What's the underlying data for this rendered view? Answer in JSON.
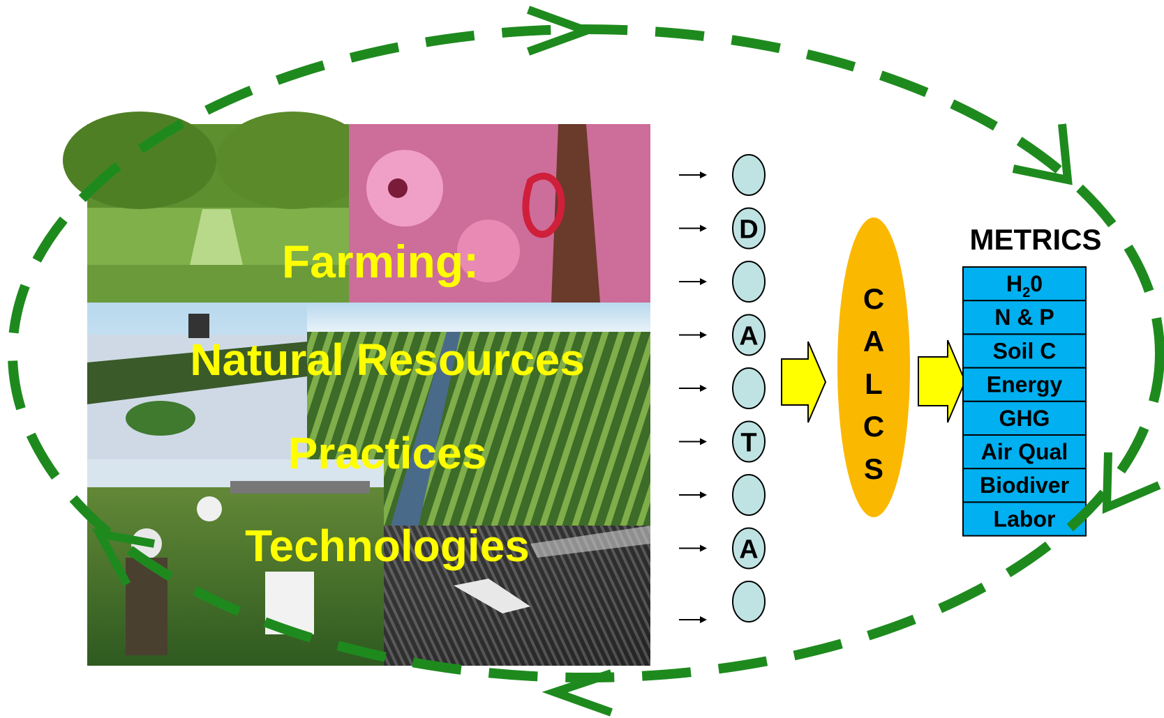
{
  "collage": {
    "title": "Farming:",
    "lines": [
      "Natural Resources",
      "Practices",
      "Technologies"
    ]
  },
  "data_column": {
    "letters": [
      "",
      "D",
      "",
      "A",
      "",
      "T",
      "",
      "A",
      ""
    ]
  },
  "calcs": {
    "letters": [
      "C",
      "A",
      "L",
      "C",
      "S"
    ]
  },
  "metrics": {
    "title": "METRICS",
    "items": [
      {
        "label": "H",
        "sub": "2",
        "suffix": "0"
      },
      {
        "label": "N & P"
      },
      {
        "label": "Soil C"
      },
      {
        "label": "Energy"
      },
      {
        "label": "GHG"
      },
      {
        "label": "Air Qual"
      },
      {
        "label": "Biodiver"
      },
      {
        "label": "Labor"
      }
    ]
  },
  "colors": {
    "cycle_line": "#1e8a1e",
    "calcs_fill": "#fbb800",
    "metrics_fill": "#00b0f0",
    "data_fill": "#bfe3e3",
    "arrow_fill": "#ffff00",
    "collage_text": "#ffff00"
  }
}
